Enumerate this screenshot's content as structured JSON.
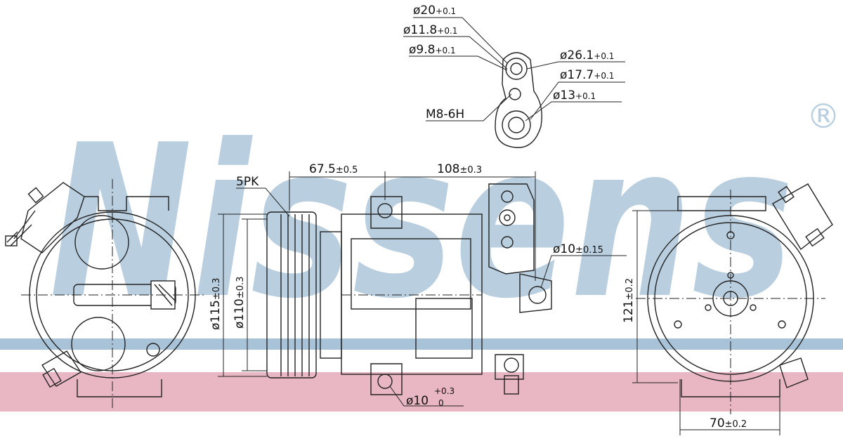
{
  "brand": {
    "name": "Nissens",
    "registered": "®",
    "logo_color": "#b9cfe0",
    "band_color": "#e9b6c4",
    "line_color": "#a8c3d8"
  },
  "dims": {
    "top_d20": {
      "main": "ø20",
      "tol": "+0.1"
    },
    "top_d11": {
      "main": "ø11.8",
      "tol": "+0.1"
    },
    "top_d9": {
      "main": "ø9.8",
      "tol": "+0.1"
    },
    "top_d26": {
      "main": "ø26.1",
      "tol": "+0.1"
    },
    "top_d17": {
      "main": "ø17.7",
      "tol": "+0.1"
    },
    "top_d13": {
      "main": "ø13",
      "tol": "+0.1"
    },
    "thread": "M8-6H",
    "belt": "5PK",
    "len_67": {
      "main": "67.5",
      "tol": "±0.5"
    },
    "len_108": {
      "main": "108",
      "tol": "±0.3"
    },
    "d10_side": {
      "main": "ø10",
      "tol": "±0.15"
    },
    "d115": {
      "main": "ø115",
      "tol": "±0.3"
    },
    "d110": {
      "main": "ø110",
      "tol": "±0.3"
    },
    "d10_bottom": {
      "main": "ø10",
      "tol_top": "+0.3",
      "tol_bot": "0"
    },
    "h121": {
      "main": "121",
      "tol": "±0.2"
    },
    "w70": {
      "main": "70",
      "tol": "±0.2"
    }
  }
}
